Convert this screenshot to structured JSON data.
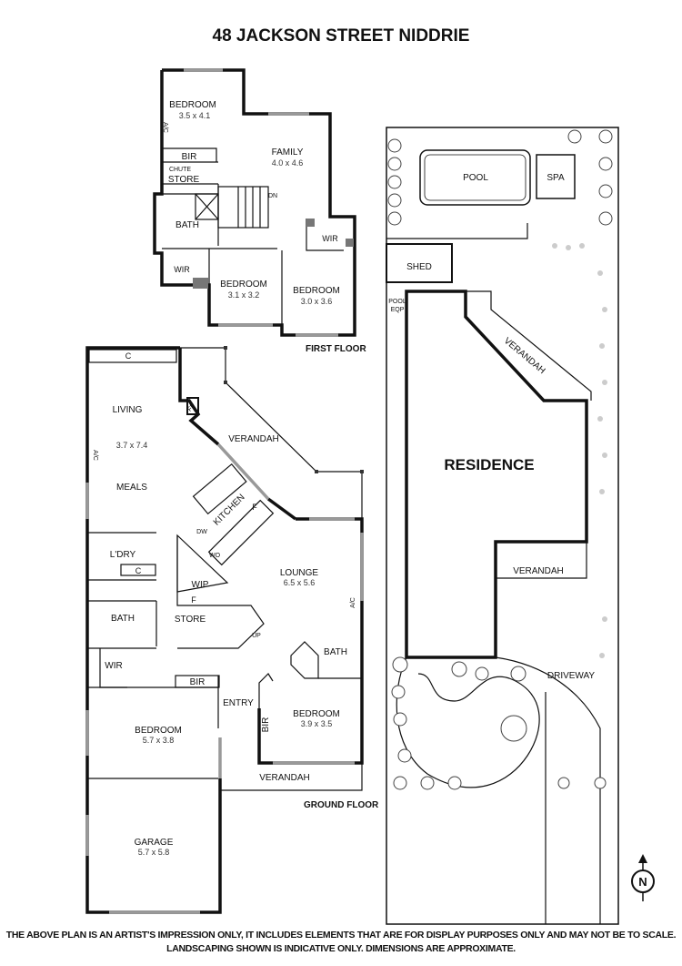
{
  "title": "48 JACKSON STREET NIDDRIE",
  "first_floor": {
    "label": "FIRST FLOOR",
    "rooms": [
      {
        "name": "BEDROOM",
        "size": "3.5 x 4.1"
      },
      {
        "name": "FAMILY",
        "size": "4.0 x 4.6"
      },
      {
        "name": "BEDROOM",
        "size": "3.1 x 3.2"
      },
      {
        "name": "BEDROOM",
        "size": "3.0 x 3.6"
      }
    ],
    "minor": {
      "bir": "BIR",
      "chute": "CHUTE",
      "store": "STORE",
      "bath": "BATH",
      "wir1": "WIR",
      "wir2": "WIR",
      "dn": "DN",
      "ac": "A/C"
    }
  },
  "ground_floor": {
    "label": "GROUND FLOOR",
    "living": "LIVING",
    "living_size": "3.7 x 7.4",
    "meals": "MEALS",
    "kitchen": "KITCHEN",
    "lounge": "LOUNGE",
    "lounge_size": "6.5 x 5.6",
    "verandah_top": "VERANDAH",
    "verandah_bottom": "VERANDAH",
    "laundry": "L'DRY",
    "bath1": "BATH",
    "bath2": "BATH",
    "wip": "WIP",
    "store": "STORE",
    "wir": "WIR",
    "bir1": "BIR",
    "bir2": "BIR",
    "entry": "ENTRY",
    "bedroom1": "BEDROOM",
    "bedroom1_size": "5.7 x 3.8",
    "bedroom2": "BEDROOM",
    "bedroom2_size": "3.9 x 3.5",
    "garage": "GARAGE",
    "garage_size": "5.7 x 5.8",
    "minor": {
      "c": "C",
      "f": "F",
      "fp": "FP",
      "dw": "DW",
      "wo": "WO",
      "up": "UP",
      "ac": "A/C"
    }
  },
  "site": {
    "pool": "POOL",
    "spa": "SPA",
    "shed": "SHED",
    "pool_eqp_1": "POOL",
    "pool_eqp_2": "EQP",
    "verandah_upper": "VERANDAH",
    "residence": "RESIDENCE",
    "verandah_lower": "VERANDAH",
    "driveway": "DRIVEWAY",
    "north": "N"
  },
  "disclaimer": {
    "line1": "THE ABOVE PLAN IS AN ARTIST'S IMPRESSION ONLY, IT INCLUDES ELEMENTS THAT ARE FOR DISPLAY PURPOSES ONLY AND MAY NOT BE TO SCALE.",
    "line2": "LANDSCAPING SHOWN IS INDICATIVE ONLY. DIMENSIONS ARE APPROXIMATE."
  }
}
